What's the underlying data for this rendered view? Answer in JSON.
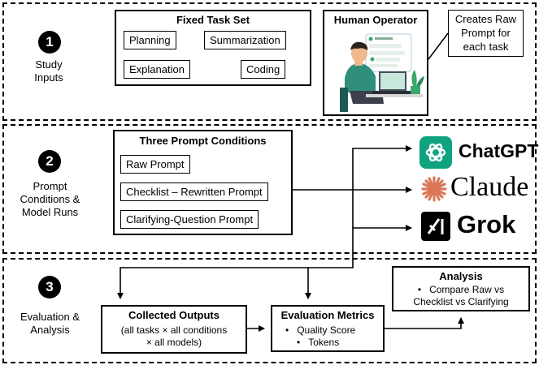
{
  "sections": [
    {
      "number": "1",
      "label_lines": [
        "Study",
        "Inputs"
      ]
    },
    {
      "number": "2",
      "label_lines": [
        "Prompt",
        "Conditions &",
        "Model Runs"
      ]
    },
    {
      "number": "3",
      "label_lines": [
        "Evaluation &",
        "Analysis"
      ]
    }
  ],
  "fixed_task_set": {
    "title": "Fixed Task Set",
    "tasks": [
      "Planning",
      "Summarization",
      "Explanation",
      "Coding"
    ]
  },
  "human_operator": {
    "title": "Human Operator",
    "note_lines": [
      "Creates Raw",
      "Prompt for",
      "each task"
    ]
  },
  "prompt_conditions": {
    "title": "Three Prompt Conditions",
    "items": [
      "Raw Prompt",
      "Checklist – Rewritten Prompt",
      "Clarifying-Question Prompt"
    ]
  },
  "models": [
    {
      "name": "ChatGPT",
      "color": "#10a37f"
    },
    {
      "name": "Claude",
      "color": "#d97757"
    },
    {
      "name": "Grok",
      "color": "#000000"
    }
  ],
  "collected_outputs": {
    "title": "Collected Outputs",
    "lines": [
      "(all tasks × all conditions",
      "× all models)"
    ]
  },
  "evaluation_metrics": {
    "title": "Evaluation Metrics",
    "bullets": [
      "Quality Score",
      "Tokens"
    ]
  },
  "analysis": {
    "title": "Analysis",
    "bullet_lines": [
      "Compare Raw vs",
      "Checklist vs Clarifying"
    ]
  }
}
